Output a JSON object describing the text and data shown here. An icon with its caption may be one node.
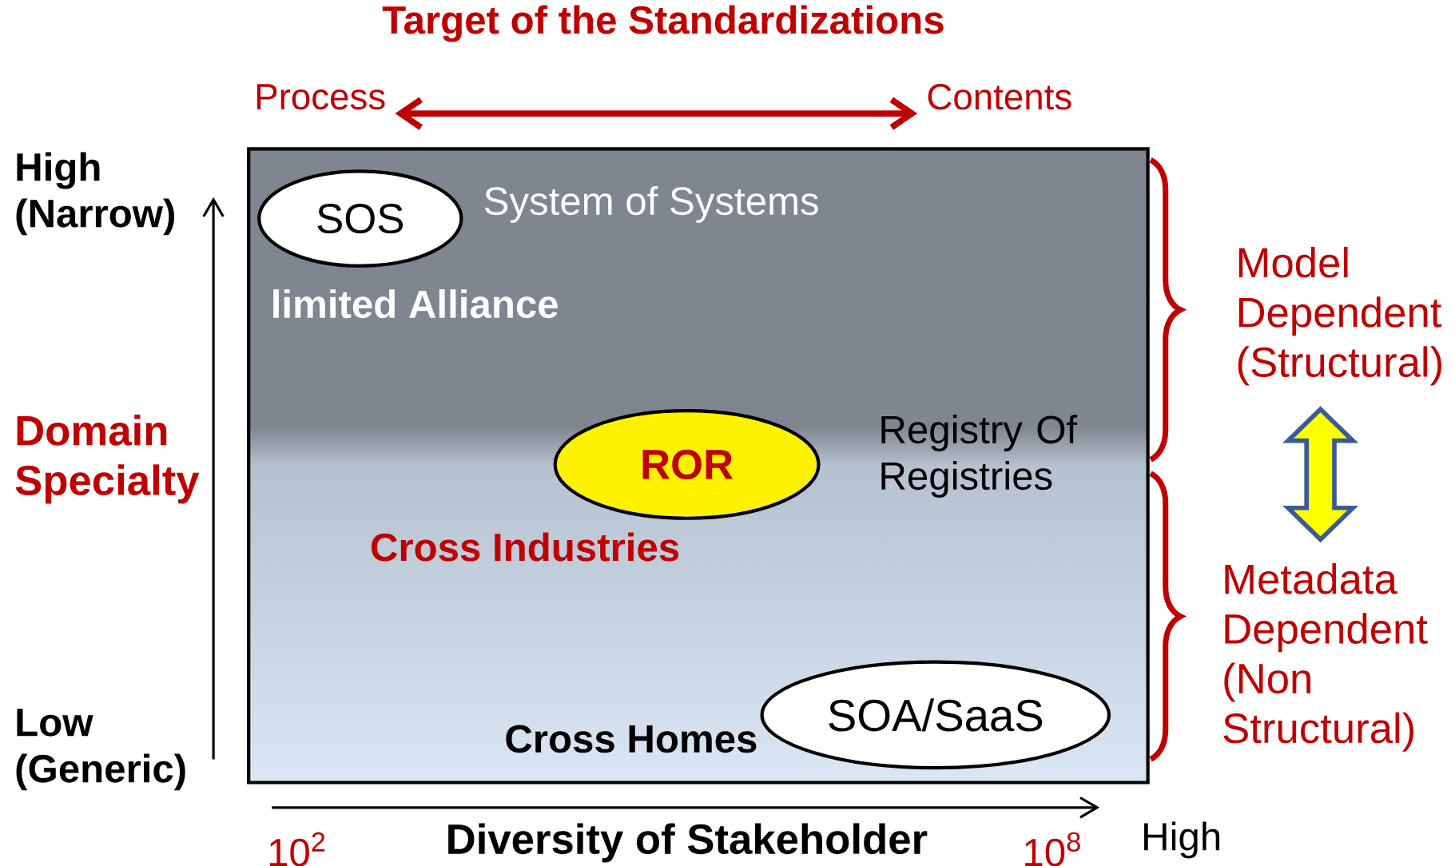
{
  "diagram": {
    "title": "Target of the Standardizations",
    "nodes": [
      {
        "text": [
          "Process"
        ]
      },
      {
        "text": [
          "Contents"
        ]
      },
      {
        "text": [],
        "shape": "box"
      },
      {
        "text": [
          "SOS"
        ],
        "in": 2,
        "beside": [
          "System of Systems"
        ]
      },
      {
        "text": [
          "ROR"
        ],
        "in": 2,
        "beside": [
          "Registry Of Registries"
        ]
      },
      {
        "text": [
          "SOA/SaaS"
        ],
        "in": 2
      },
      {
        "text": [
          "Model Dependent (Structural)"
        ]
      },
      {
        "text": [
          "Metadata Dependent (Non Structural)"
        ]
      }
    ],
    "edges": [
      {
        "from": 0,
        "to": 1,
        "arrow": "both",
        "color": "#c00000"
      },
      {
        "from": 6,
        "to": 7,
        "arrow": "both",
        "color": "#ffff00"
      }
    ],
    "labels": [
      "High (Narrow)",
      "limited Alliance",
      "Domain Specialty",
      "Cross Industries",
      "Low (Generic)",
      "Cross Homes",
      "10$^{2}$",
      "Diversity of Stakeholder",
      "10$^{8}$",
      "High"
    ]
  }
}
